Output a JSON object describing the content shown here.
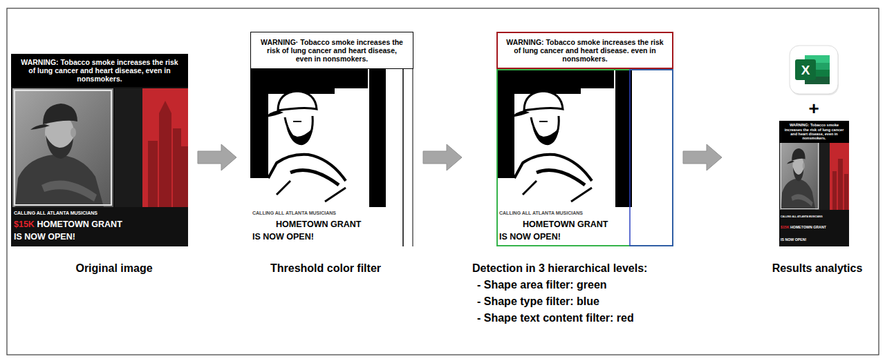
{
  "diagram": {
    "nodes": [
      {
        "text": [
          "CALLING ALL ATLANTA MUSICIANS",
          "$15K",
          "HOMETOWN GRANT IS NOW OPEN!"
        ]
      },
      {
        "text": [
          "WARNING: Tobacco smoke increases the risk of lung cancer and heart disease, even in nonsmokers."
        ],
        "in": 0
      },
      {
        "text": [
          "CALLING ALL ATLANTA MUSICIANS",
          "HOMETOWN GRANT IS NOW OPEN!"
        ]
      },
      {
        "text": [
          "WARNING· Tobacco smoke increases the risk of lung cancer and heart disease, even in nonsmokers."
        ],
        "in": 2
      },
      {
        "text": [
          "CALLING ALL ATLANTA MUSICIANS",
          "HOMETOWN GRANT IS NOW OPEN!"
        ]
      },
      {
        "text": [
          "WARNING: Tobacco smoke increases the risk of lung cancer and heart disease. even in nonsmokers."
        ],
        "in": 4
      },
      {
        "text": [
          "X"
        ]
      },
      {
        "text": [
          "CALLING ALL ATLANTA MUSICIANS",
          "$15K",
          "HOMETOWN GRANT IS NOW OPEN!"
        ]
      },
      {
        "text": [
          "WARNING: Tobacco smoke increases the risk of lung cancer and heart disease, even in nonsmokers."
        ],
        "in": 7
      }
    ],
    "edges": [
      {
        "from": 0,
        "to": 2,
        "arrow": "to"
      },
      {
        "from": 2,
        "to": 4,
        "arrow": "to"
      },
      {
        "from": 4,
        "to": 7,
        "arrow": "to"
      }
    ],
    "labels": [
      "Original image",
      "Threshold color filter",
      "Detection in 3 hierarchical levels:",
      "- Shape area filter: green",
      "- Shape type filter: blue",
      "- Shape text content filter: red",
      "+",
      "Results analytics"
    ]
  }
}
